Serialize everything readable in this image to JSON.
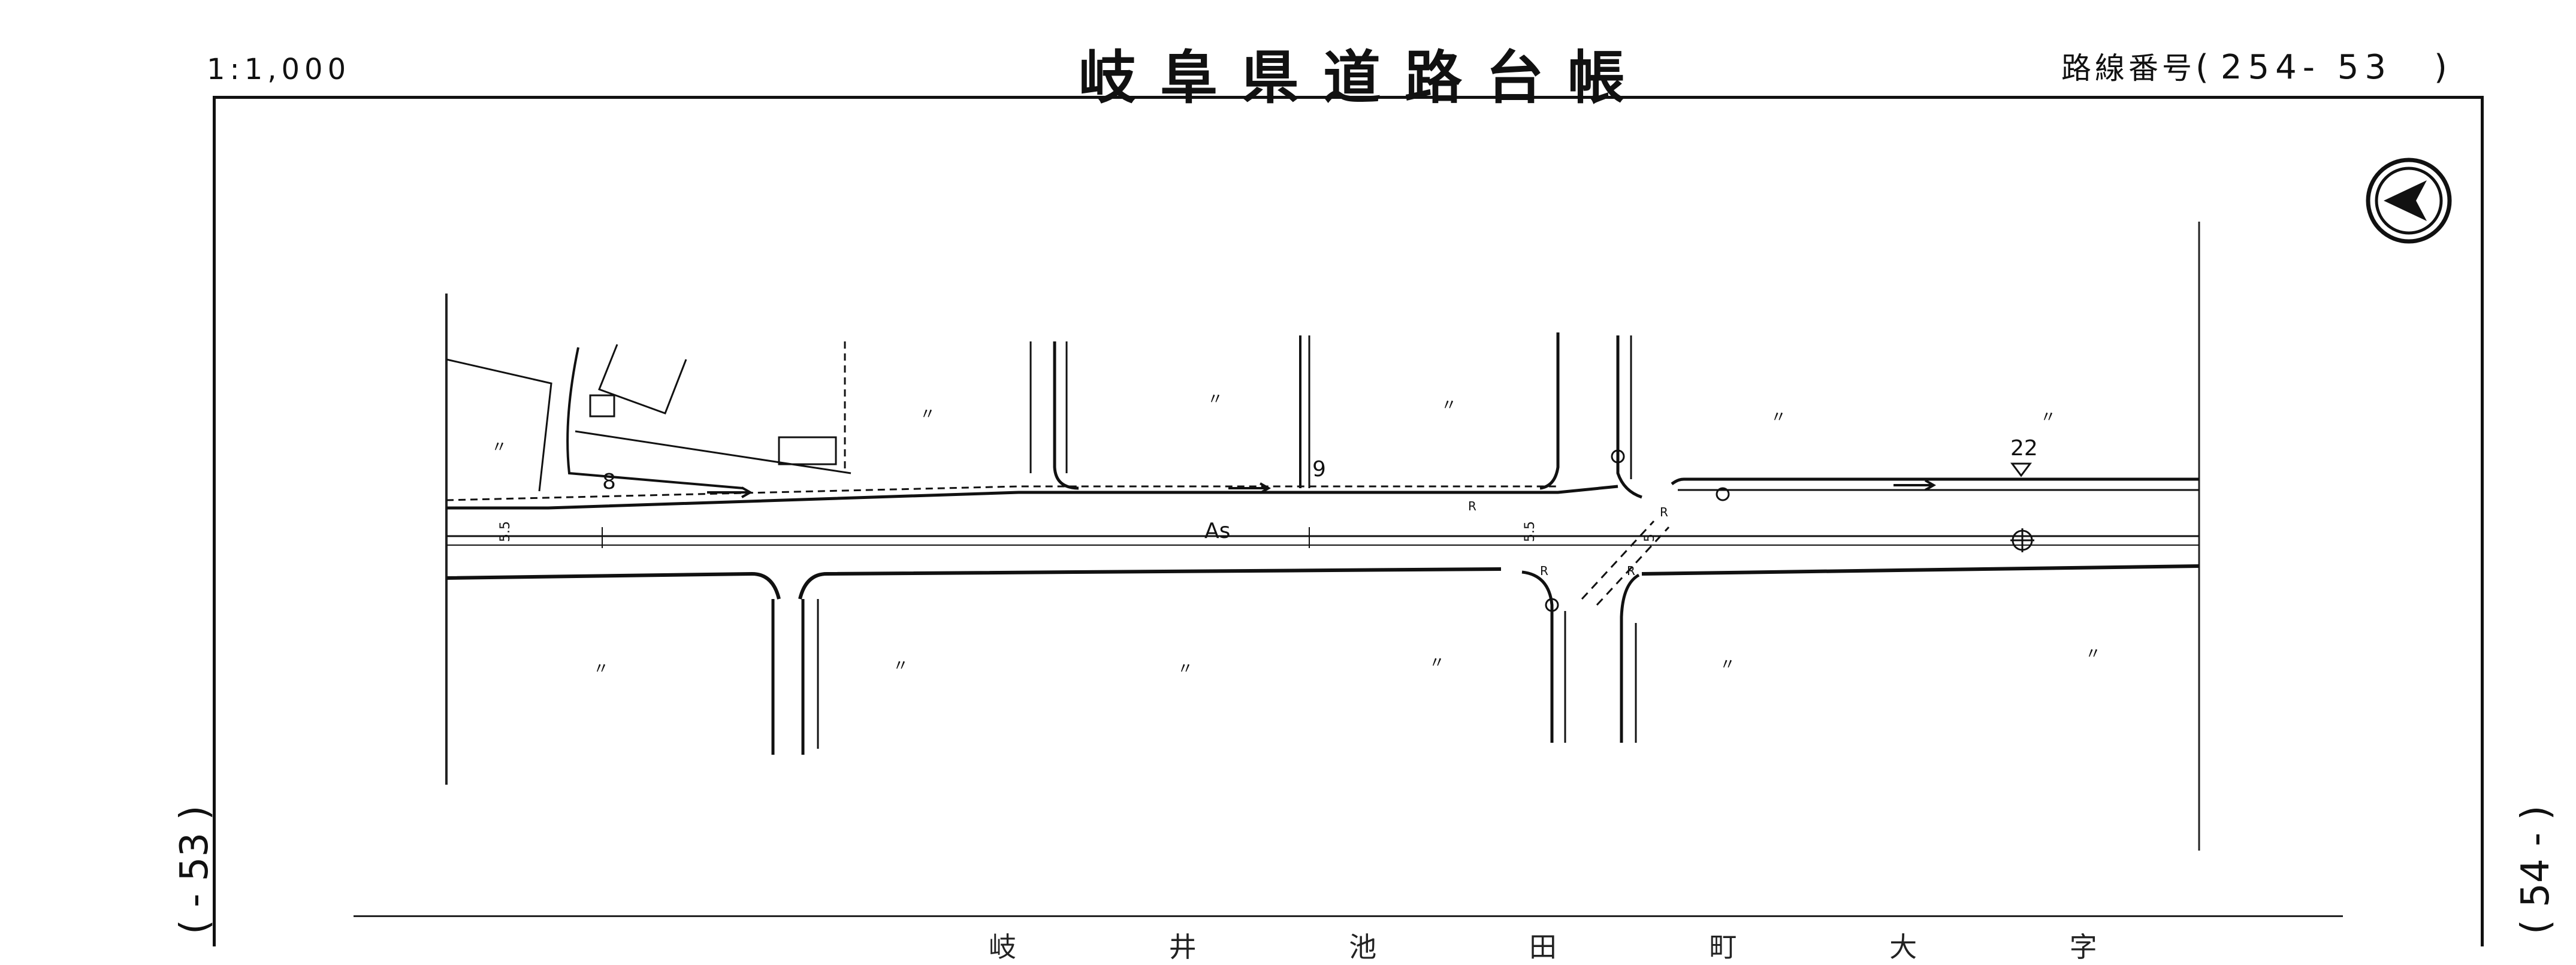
{
  "header": {
    "scale": "1:1,000",
    "title": "岐阜県道路台帳",
    "route_label": "路線番号",
    "route_open": "(",
    "route_number": "254- 53",
    "route_close": ")"
  },
  "map": {
    "surface_label": "As",
    "parcel_mark": "〃",
    "number_labels": [
      "8",
      "9",
      "22"
    ],
    "width_marks": [
      "5.5",
      "5.5",
      "5"
    ],
    "r_marks": [
      "R",
      "R",
      "R",
      "R"
    ]
  },
  "match_lines": {
    "left": "( - 53 )",
    "right": "( 54 - )"
  },
  "footer": {
    "partial_text": "岐 井 池 田 町 大 字"
  },
  "colors": {
    "ink": "#111111",
    "paper": "#ffffff"
  },
  "icons": {
    "north_arrow": "circled-arrow-left-icon"
  }
}
